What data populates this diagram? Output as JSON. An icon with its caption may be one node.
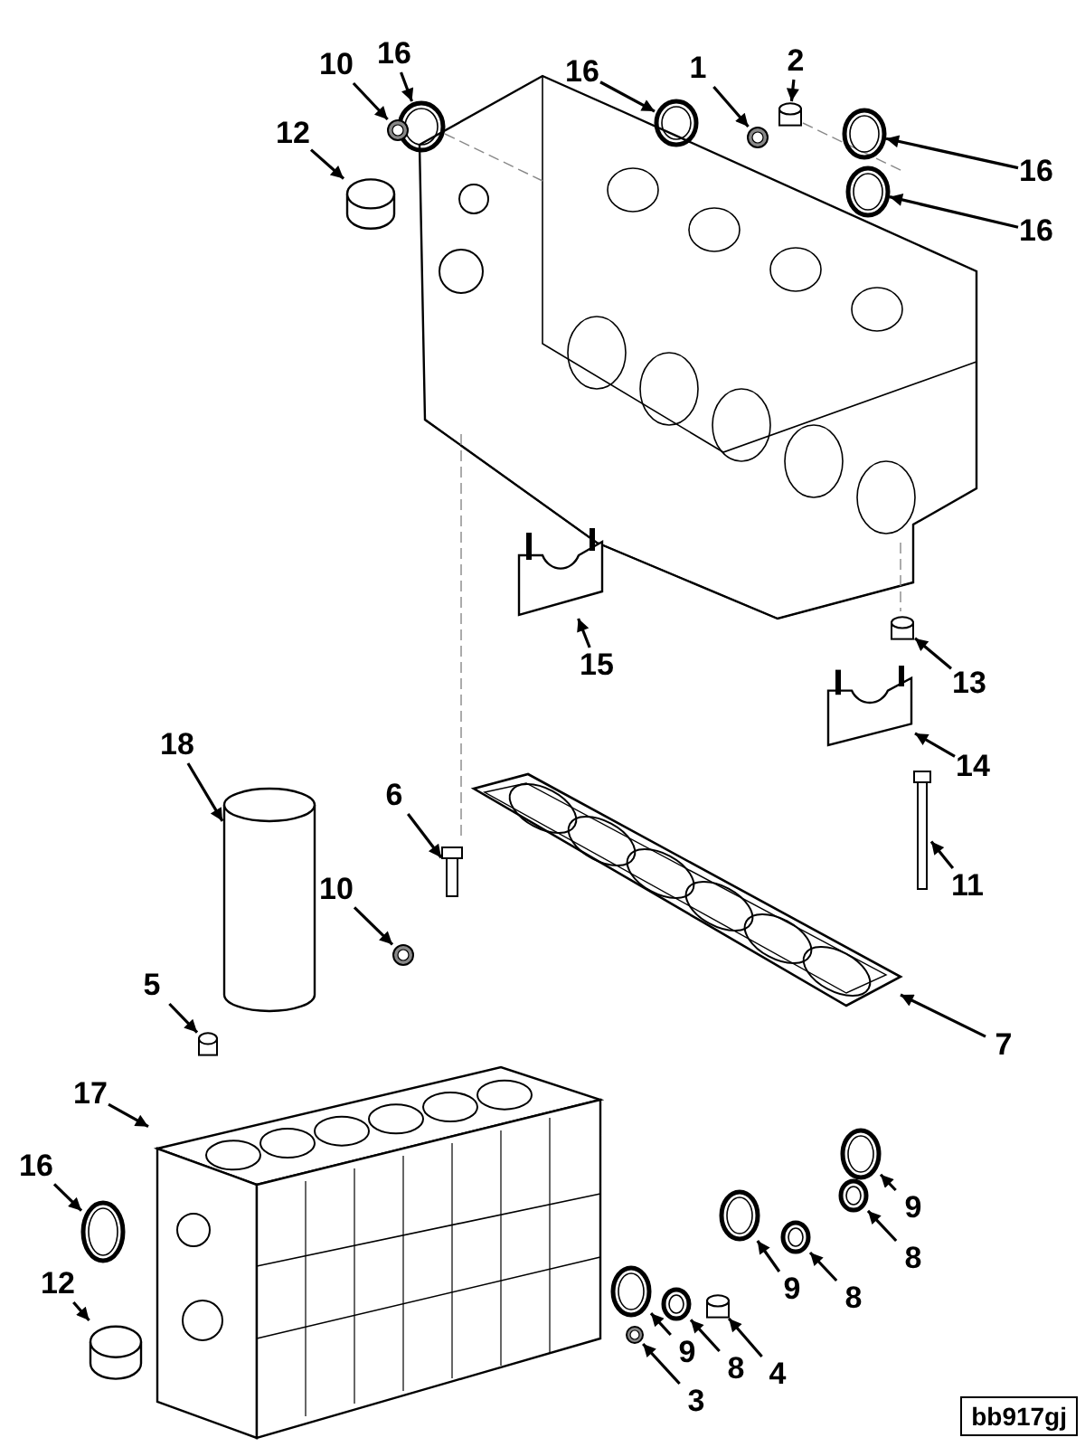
{
  "diagram": {
    "nodes": [
      {
        "text": [
          "16"
        ]
      },
      {
        "text": [],
        "shape": "ring"
      },
      {
        "text": [
          "10"
        ]
      },
      {
        "text": [],
        "shape": "nut"
      },
      {
        "text": [
          "12"
        ]
      },
      {
        "text": [],
        "shape": "cup"
      },
      {
        "text": [
          "16"
        ]
      },
      {
        "text": [],
        "shape": "ring"
      },
      {
        "text": [
          "1"
        ]
      },
      {
        "text": [],
        "shape": "nut"
      },
      {
        "text": [
          "2"
        ]
      },
      {
        "text": [],
        "shape": "plug"
      },
      {
        "text": [
          "16"
        ]
      },
      {
        "text": [],
        "shape": "ring"
      },
      {
        "text": [
          "16"
        ]
      },
      {
        "text": [],
        "shape": "ring"
      },
      {
        "text": [
          "15"
        ]
      },
      {
        "text": [],
        "shape": "cap"
      },
      {
        "text": [
          "13"
        ]
      },
      {
        "text": [],
        "shape": "plug"
      },
      {
        "text": [
          "14"
        ]
      },
      {
        "text": [],
        "shape": "cap"
      },
      {
        "text": [
          "11"
        ]
      },
      {
        "text": [],
        "shape": "bolt"
      },
      {
        "text": [
          "18"
        ]
      },
      {
        "text": [],
        "shape": "cylinder"
      },
      {
        "text": [
          "6"
        ]
      },
      {
        "text": [],
        "shape": "bolt"
      },
      {
        "text": [
          "10"
        ]
      },
      {
        "text": [],
        "shape": "nut"
      },
      {
        "text": [
          "7"
        ]
      },
      {
        "text": [],
        "shape": "picture"
      },
      {
        "text": [
          "5"
        ]
      },
      {
        "text": [],
        "shape": "plug"
      },
      {
        "text": [
          "17"
        ]
      },
      {
        "text": [],
        "shape": "picture"
      },
      {
        "text": [
          "16"
        ]
      },
      {
        "text": [],
        "shape": "ring"
      },
      {
        "text": [
          "12"
        ]
      },
      {
        "text": [],
        "shape": "cup"
      },
      {
        "text": [
          "9"
        ]
      },
      {
        "text": [],
        "shape": "ring"
      },
      {
        "text": [
          "8"
        ]
      },
      {
        "text": [],
        "shape": "ring"
      },
      {
        "text": [
          "9"
        ]
      },
      {
        "text": [],
        "shape": "ring"
      },
      {
        "text": [
          "8"
        ]
      },
      {
        "text": [],
        "shape": "ring"
      },
      {
        "text": [
          "9"
        ]
      },
      {
        "text": [],
        "shape": "ring"
      },
      {
        "text": [
          "8"
        ]
      },
      {
        "text": [],
        "shape": "ring"
      },
      {
        "text": [
          "4"
        ]
      },
      {
        "text": [],
        "shape": "plug"
      },
      {
        "text": [
          "3"
        ]
      },
      {
        "text": [],
        "shape": "nut"
      }
    ],
    "edges": [
      {
        "from": 0,
        "to": 1,
        "arrow": "to"
      },
      {
        "from": 2,
        "to": 3,
        "arrow": "to"
      },
      {
        "from": 4,
        "to": 5,
        "arrow": "to"
      },
      {
        "from": 6,
        "to": 7,
        "arrow": "to"
      },
      {
        "from": 8,
        "to": 9,
        "arrow": "to"
      },
      {
        "from": 10,
        "to": 11,
        "arrow": "to"
      },
      {
        "from": 12,
        "to": 13,
        "arrow": "to"
      },
      {
        "from": 14,
        "to": 15,
        "arrow": "to"
      },
      {
        "from": 16,
        "to": 17,
        "arrow": "to"
      },
      {
        "from": 18,
        "to": 19,
        "arrow": "to"
      },
      {
        "from": 20,
        "to": 21,
        "arrow": "to"
      },
      {
        "from": 22,
        "to": 23,
        "arrow": "to"
      },
      {
        "from": 24,
        "to": 25,
        "arrow": "to"
      },
      {
        "from": 26,
        "to": 27,
        "arrow": "to"
      },
      {
        "from": 28,
        "to": 29,
        "arrow": "to"
      },
      {
        "from": 30,
        "to": 31,
        "arrow": "to"
      },
      {
        "from": 32,
        "to": 33,
        "arrow": "to"
      },
      {
        "from": 34,
        "to": 35,
        "arrow": "to"
      },
      {
        "from": 36,
        "to": 37,
        "arrow": "to"
      },
      {
        "from": 38,
        "to": 39,
        "arrow": "to"
      },
      {
        "from": 40,
        "to": 41,
        "arrow": "to"
      },
      {
        "from": 42,
        "to": 43,
        "arrow": "to"
      },
      {
        "from": 44,
        "to": 45,
        "arrow": "to"
      },
      {
        "from": 46,
        "to": 47,
        "arrow": "to"
      },
      {
        "from": 48,
        "to": 49,
        "arrow": "to"
      },
      {
        "from": 50,
        "to": 51,
        "arrow": "to"
      },
      {
        "from": 52,
        "to": 53,
        "arrow": "to"
      },
      {
        "from": 54,
        "to": 55,
        "arrow": "to"
      }
    ],
    "labels": [
      "bb917gj"
    ]
  }
}
